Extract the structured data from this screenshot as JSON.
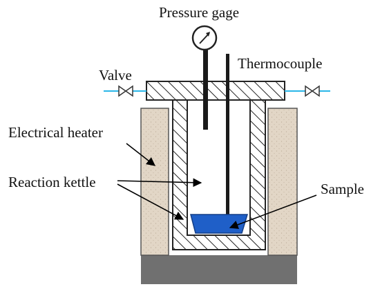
{
  "labels": {
    "pressure_gage": "Pressure gage",
    "thermocouple": "Thermocouple",
    "valve": "Valve",
    "electrical_heater": "Electrical heater",
    "reaction_kettle": "Reaction kettle",
    "sample": "Sample"
  },
  "colors": {
    "heater_fill": "#e2d6c6",
    "base_fill": "#707070",
    "sample_fill": "#1f5fc8",
    "pipe_line": "#29b6e8",
    "hatch_line": "#222222"
  },
  "icons": {
    "gauge": "pressure-gauge-icon",
    "valve": "valve-icon"
  }
}
